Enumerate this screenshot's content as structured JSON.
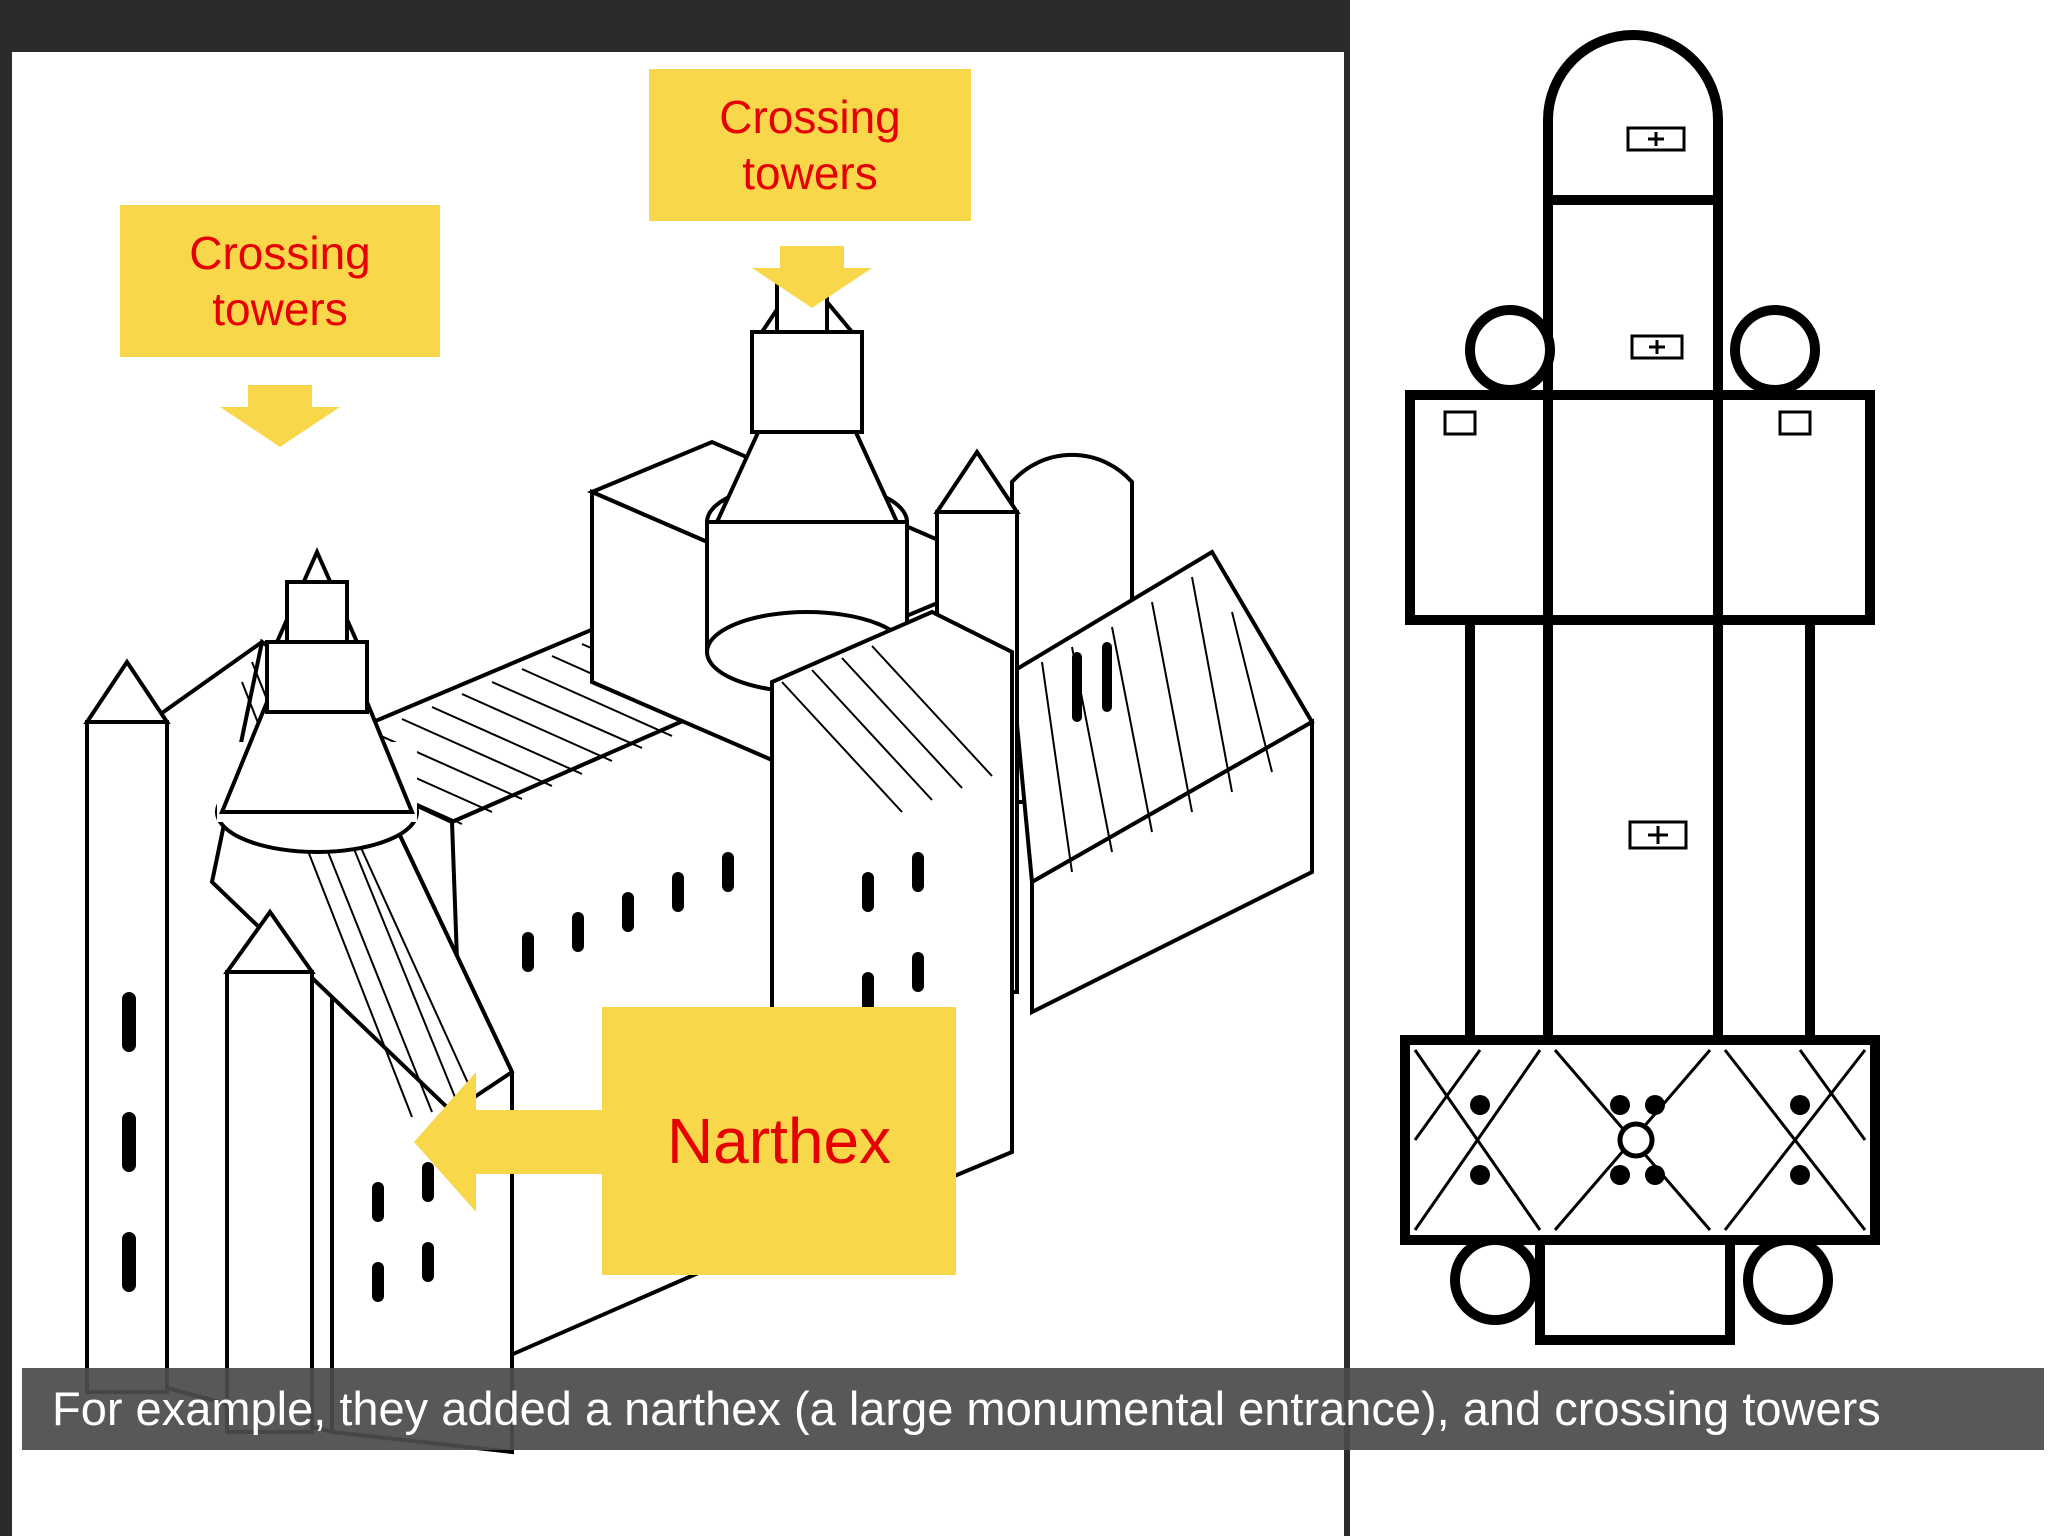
{
  "slide": {
    "callout_top_left": {
      "line1": "Crossing",
      "line2": "towers"
    },
    "callout_top_center": {
      "line1": "Crossing",
      "line2": "towers"
    },
    "callout_narthex": {
      "label": "Narthex"
    },
    "caption": "For example, they added a narthex (a large monumental entrance), and crossing towers"
  },
  "colors": {
    "callout_fill": "#f8d84a",
    "callout_text": "#e60000",
    "frame": "#2b2b2b",
    "caption_bg": "#4b4b4b"
  },
  "icons": [
    "arrow-down-icon",
    "arrow-left-icon"
  ]
}
